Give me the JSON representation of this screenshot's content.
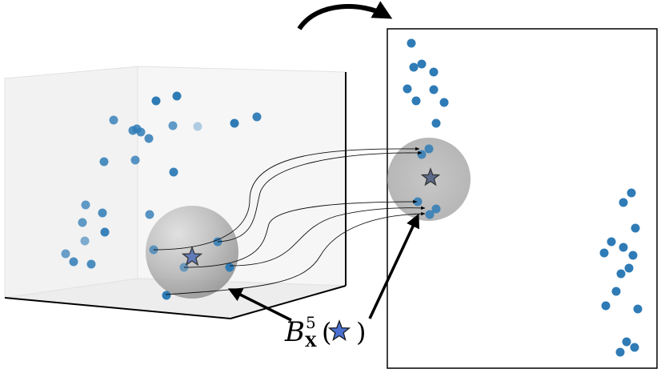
{
  "annotation": {
    "script_symbol": "B",
    "subscript": "X",
    "superscript": "5",
    "open_paren": "(",
    "close_paren": ")",
    "star_glyph": "★"
  },
  "colors": {
    "point": "#2e7bb6",
    "point_dark": "#1f6aa5",
    "star_fill": "#4a6fd0",
    "sphere": "#9d9d9d",
    "cube_face": "#ececec",
    "frame": "#000000"
  },
  "icons": {
    "star": "star-icon",
    "curved_arrow": "curved-arrow-icon"
  }
}
